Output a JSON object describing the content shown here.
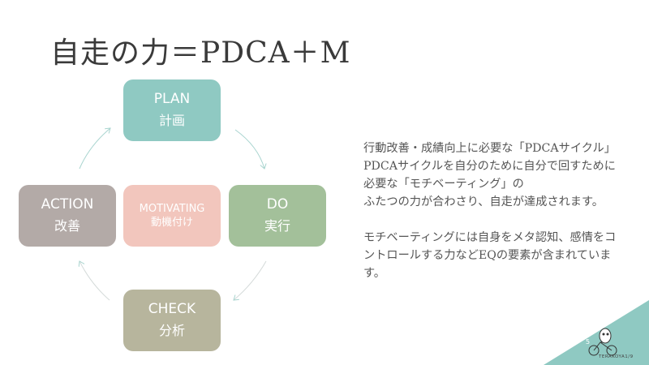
{
  "title": "自走の力＝PDCA＋M",
  "cycle": {
    "plan": {
      "en": "PLAN",
      "jp": "計画"
    },
    "do": {
      "en": "DO",
      "jp": "実行"
    },
    "check": {
      "en": "CHECK",
      "jp": "分析"
    },
    "action": {
      "en": "ACTION",
      "jp": "改善"
    },
    "motivating": {
      "en": "MOTIVATING",
      "jp": "動機付け"
    }
  },
  "body": {
    "para1": [
      "行動改善・成績向上に必要な「PDCAサイクル」",
      "PDCAサイクルを自分のために自分で回すために",
      "必要な「モチベーティング」の",
      "ふたつの力が合わさり、自走が達成されます。"
    ],
    "para2": [
      "モチベーティングには自身をメタ認知、感情をコ",
      "ントロールする力などEQの要素が含まれていま",
      "す。"
    ]
  },
  "footer": {
    "page_number": "5",
    "brand": "TERAKOYA1/9"
  },
  "colors": {
    "plan": "#8fc9c2",
    "do": "#a3c09a",
    "check": "#b7b59d",
    "action": "#b3aaa7",
    "motivating": "#f2c6bd",
    "corner": "#8fc9c2"
  }
}
